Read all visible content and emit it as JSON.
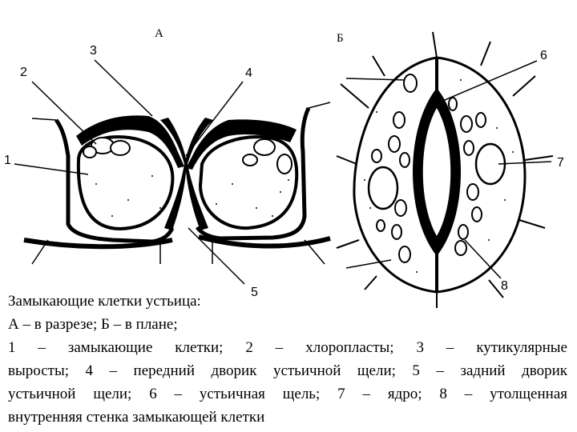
{
  "panels": {
    "a_letter": "А",
    "b_letter": "Б"
  },
  "numbers": {
    "n1": "1",
    "n2": "2",
    "n3": "3",
    "n4": "4",
    "n5": "5",
    "n6": "6",
    "n7": "7",
    "n8": "8"
  },
  "caption": {
    "line1": "Замыкающие клетки устьица:",
    "line2": "А –  в разрезе; Б – в плане;",
    "line3": "1 – замыкающие клетки; 2 – хлоропласты; 3 – кутикулярные",
    "line4": "выросты; 4 – передний дворик устьичной щели; 5 – задний дворик",
    "line5": "устьичной щели; 6 – устьичная щель; 7 – ядро; 8 – утолщенная",
    "line6": "внутренняя стенка замыкающей клетки"
  }
}
